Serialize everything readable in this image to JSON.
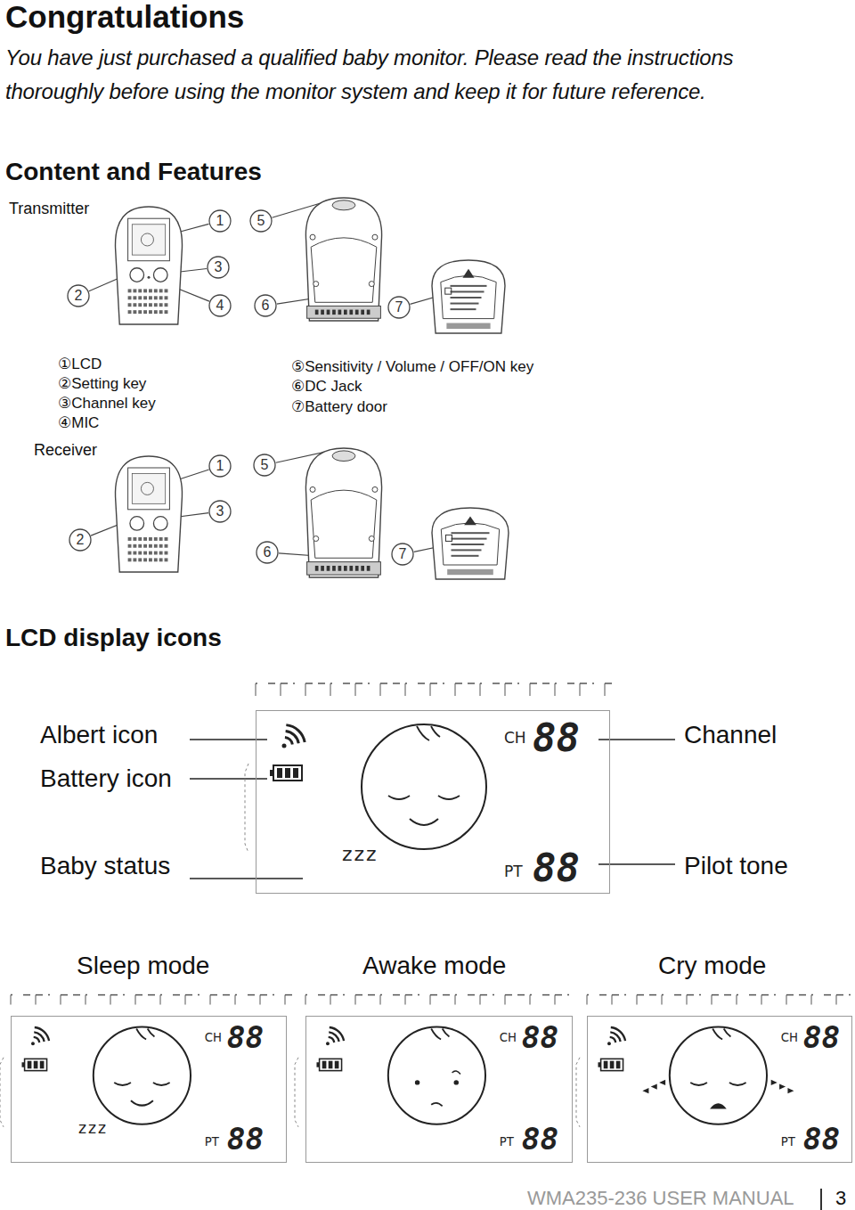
{
  "diagram": {
    "title": "Congratulations",
    "nodes": [
      {
        "text": [
          "CH",
          "88",
          "PT",
          "88",
          "zzz"
        ]
      },
      {
        "text": [
          "CH",
          "88",
          "PT",
          "88",
          "zzz"
        ]
      },
      {
        "text": [
          "CH",
          "88",
          "PT",
          "88"
        ]
      },
      {
        "text": [
          "CH",
          "88",
          "PT",
          "88"
        ]
      }
    ],
    "labels": [
      "You have just purchased a qualified baby monitor. Please read the instructions thoroughly before using the monitor system and keep it for future reference.",
      "Content and Features",
      "Transmitter",
      "1",
      "2",
      "3",
      "4",
      "5",
      "6",
      "7",
      "①LCD",
      "②Setting key",
      "③Channel key",
      "④MIC",
      "⑤Sensitivity / Volume / OFF/ON key",
      "⑥DC Jack",
      "⑦Battery door",
      "Receiver",
      "1",
      "2",
      "3",
      "5",
      "6",
      "7",
      "LCD display icons",
      "Albert icon",
      "Battery icon",
      "Baby status",
      "Channel",
      "Pilot tone",
      "Sleep mode",
      "Awake mode",
      "Cry mode",
      "WMA235-236 USER MANUAL",
      "3"
    ]
  }
}
